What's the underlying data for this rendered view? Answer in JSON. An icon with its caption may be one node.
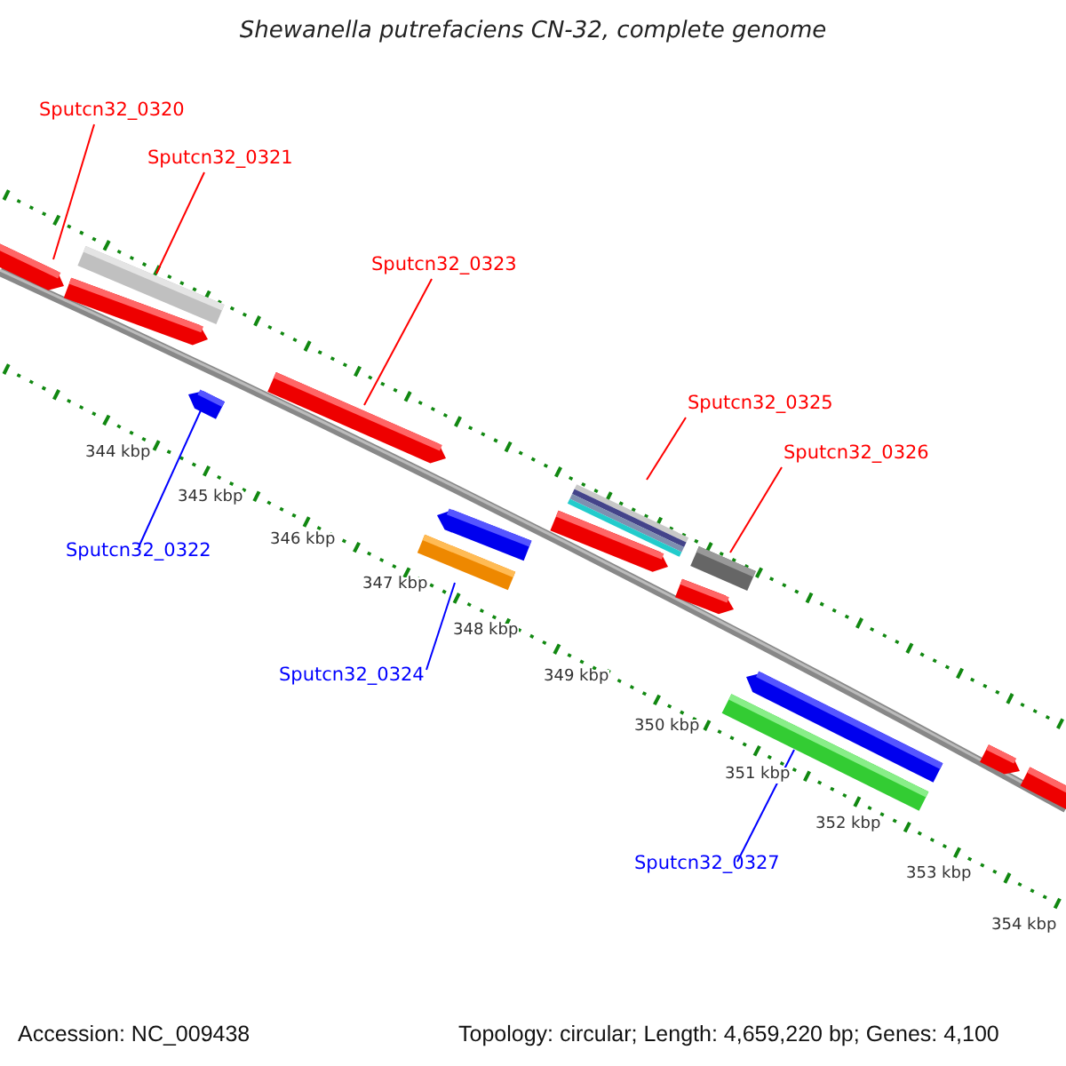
{
  "diagram": {
    "title": "Shewanella putrefaciens CN-32, complete genome",
    "nodes": [
      {
        "text": [
          "Sputcn32_0320"
        ]
      },
      {
        "text": [
          "Sputcn32_0321"
        ]
      },
      {
        "text": [
          "Sputcn32_0323"
        ]
      },
      {
        "text": [
          "Sputcn32_0325"
        ]
      },
      {
        "text": [
          "Sputcn32_0326"
        ]
      },
      {
        "text": [
          "Sputcn32_0322"
        ]
      },
      {
        "text": [
          "Sputcn32_0324"
        ]
      },
      {
        "text": [
          "Sputcn32_0327"
        ]
      },
      {
        "text": [],
        "shape": "bar"
      },
      {
        "text": [],
        "shape": "bar"
      },
      {
        "text": [],
        "shape": "bar"
      },
      {
        "text": [],
        "shape": "bar"
      },
      {
        "text": [],
        "shape": "bar"
      },
      {
        "text": [],
        "shape": "bar"
      },
      {
        "text": [],
        "shape": "bar"
      },
      {
        "text": [],
        "shape": "bar"
      },
      {
        "text": [],
        "shape": "bar"
      },
      {
        "text": [],
        "shape": "bar"
      },
      {
        "text": [],
        "shape": "bar"
      },
      {
        "text": [],
        "shape": "bar"
      },
      {
        "text": [],
        "shape": "bar"
      },
      {
        "text": [],
        "shape": "bar"
      },
      {
        "text": [],
        "shape": "bar"
      }
    ],
    "edges": [
      {
        "from": 0,
        "to": 8,
        "arrow": "none",
        "color": "#ff0000"
      },
      {
        "from": 1,
        "to": 9,
        "arrow": "none",
        "color": "#ff0000"
      },
      {
        "from": 2,
        "to": 12,
        "arrow": "none",
        "color": "#ff0000"
      },
      {
        "from": 3,
        "to": 15,
        "arrow": "none",
        "color": "#ff0000"
      },
      {
        "from": 4,
        "to": 17,
        "arrow": "none",
        "color": "#ff0000"
      },
      {
        "from": 5,
        "to": 11,
        "arrow": "none",
        "color": "#0000ff"
      },
      {
        "from": 6,
        "to": 14,
        "arrow": "none",
        "color": "#0000ff"
      },
      {
        "from": 7,
        "to": 20,
        "arrow": "none",
        "color": "#0000ff"
      }
    ],
    "labels": [
      "344 kbp",
      "345 kbp",
      "346 kbp",
      "347 kbp",
      "348 kbp",
      "349 kbp",
      "350 kbp",
      "351 kbp",
      "352 kbp",
      "353 kbp",
      "354 kbp",
      "Accession: NC_009438",
      "Topology: circular; Length: 4,659,220 bp; Genes: 4,100"
    ]
  }
}
